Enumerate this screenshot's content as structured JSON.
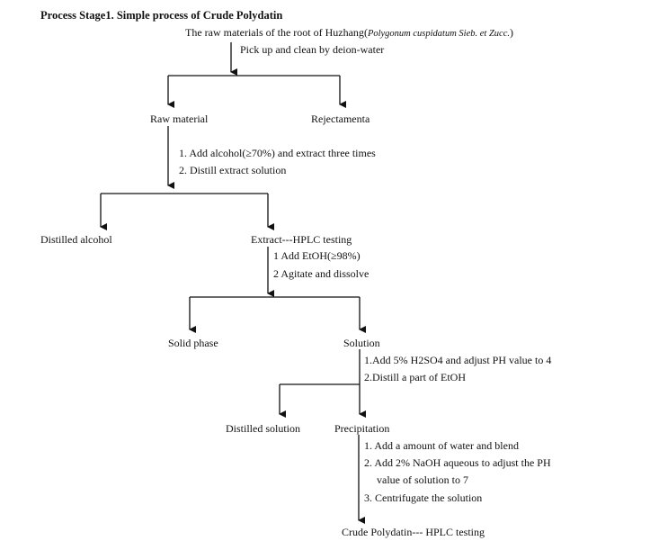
{
  "title": "Process Stage1. Simple process of Crude Polydatin",
  "raw_intro": "The raw materials of the root of Huzhang",
  "raw_latin": "Polygonum cuspidatum Sieb. et Zucc.",
  "step_pick": "Pick up and clean by deion-water",
  "node_raw_material": "Raw material",
  "node_rejectamenta": "Rejectamenta",
  "step_alcohol_1": "1. Add alcohol(≥70%) and extract three times",
  "step_alcohol_2": "2. Distill extract solution",
  "node_distilled_alcohol": "Distilled alcohol",
  "node_extract": "Extract---HPLC testing",
  "step_etoh_1": "1 Add EtOH(≥98%)",
  "step_etoh_2": "2 Agitate and dissolve",
  "node_solid_phase": "Solid phase",
  "node_solution": "Solution",
  "step_h2so4_1": "1.Add 5% H2SO4 and adjust PH value to 4",
  "step_h2so4_2": "2.Distill a part of EtOH",
  "node_distilled_solution": "Distilled solution",
  "node_precipitation": "Precipitation",
  "step_water_1": "1. Add a amount of water and blend",
  "step_naoh_2a": "2. Add 2% NaOH aqueous to adjust the PH",
  "step_naoh_2b": "value of solution to 7",
  "step_centrifuge_3": "3. Centrifugate the solution",
  "node_crude": "Crude Polydatin--- HPLC testing"
}
